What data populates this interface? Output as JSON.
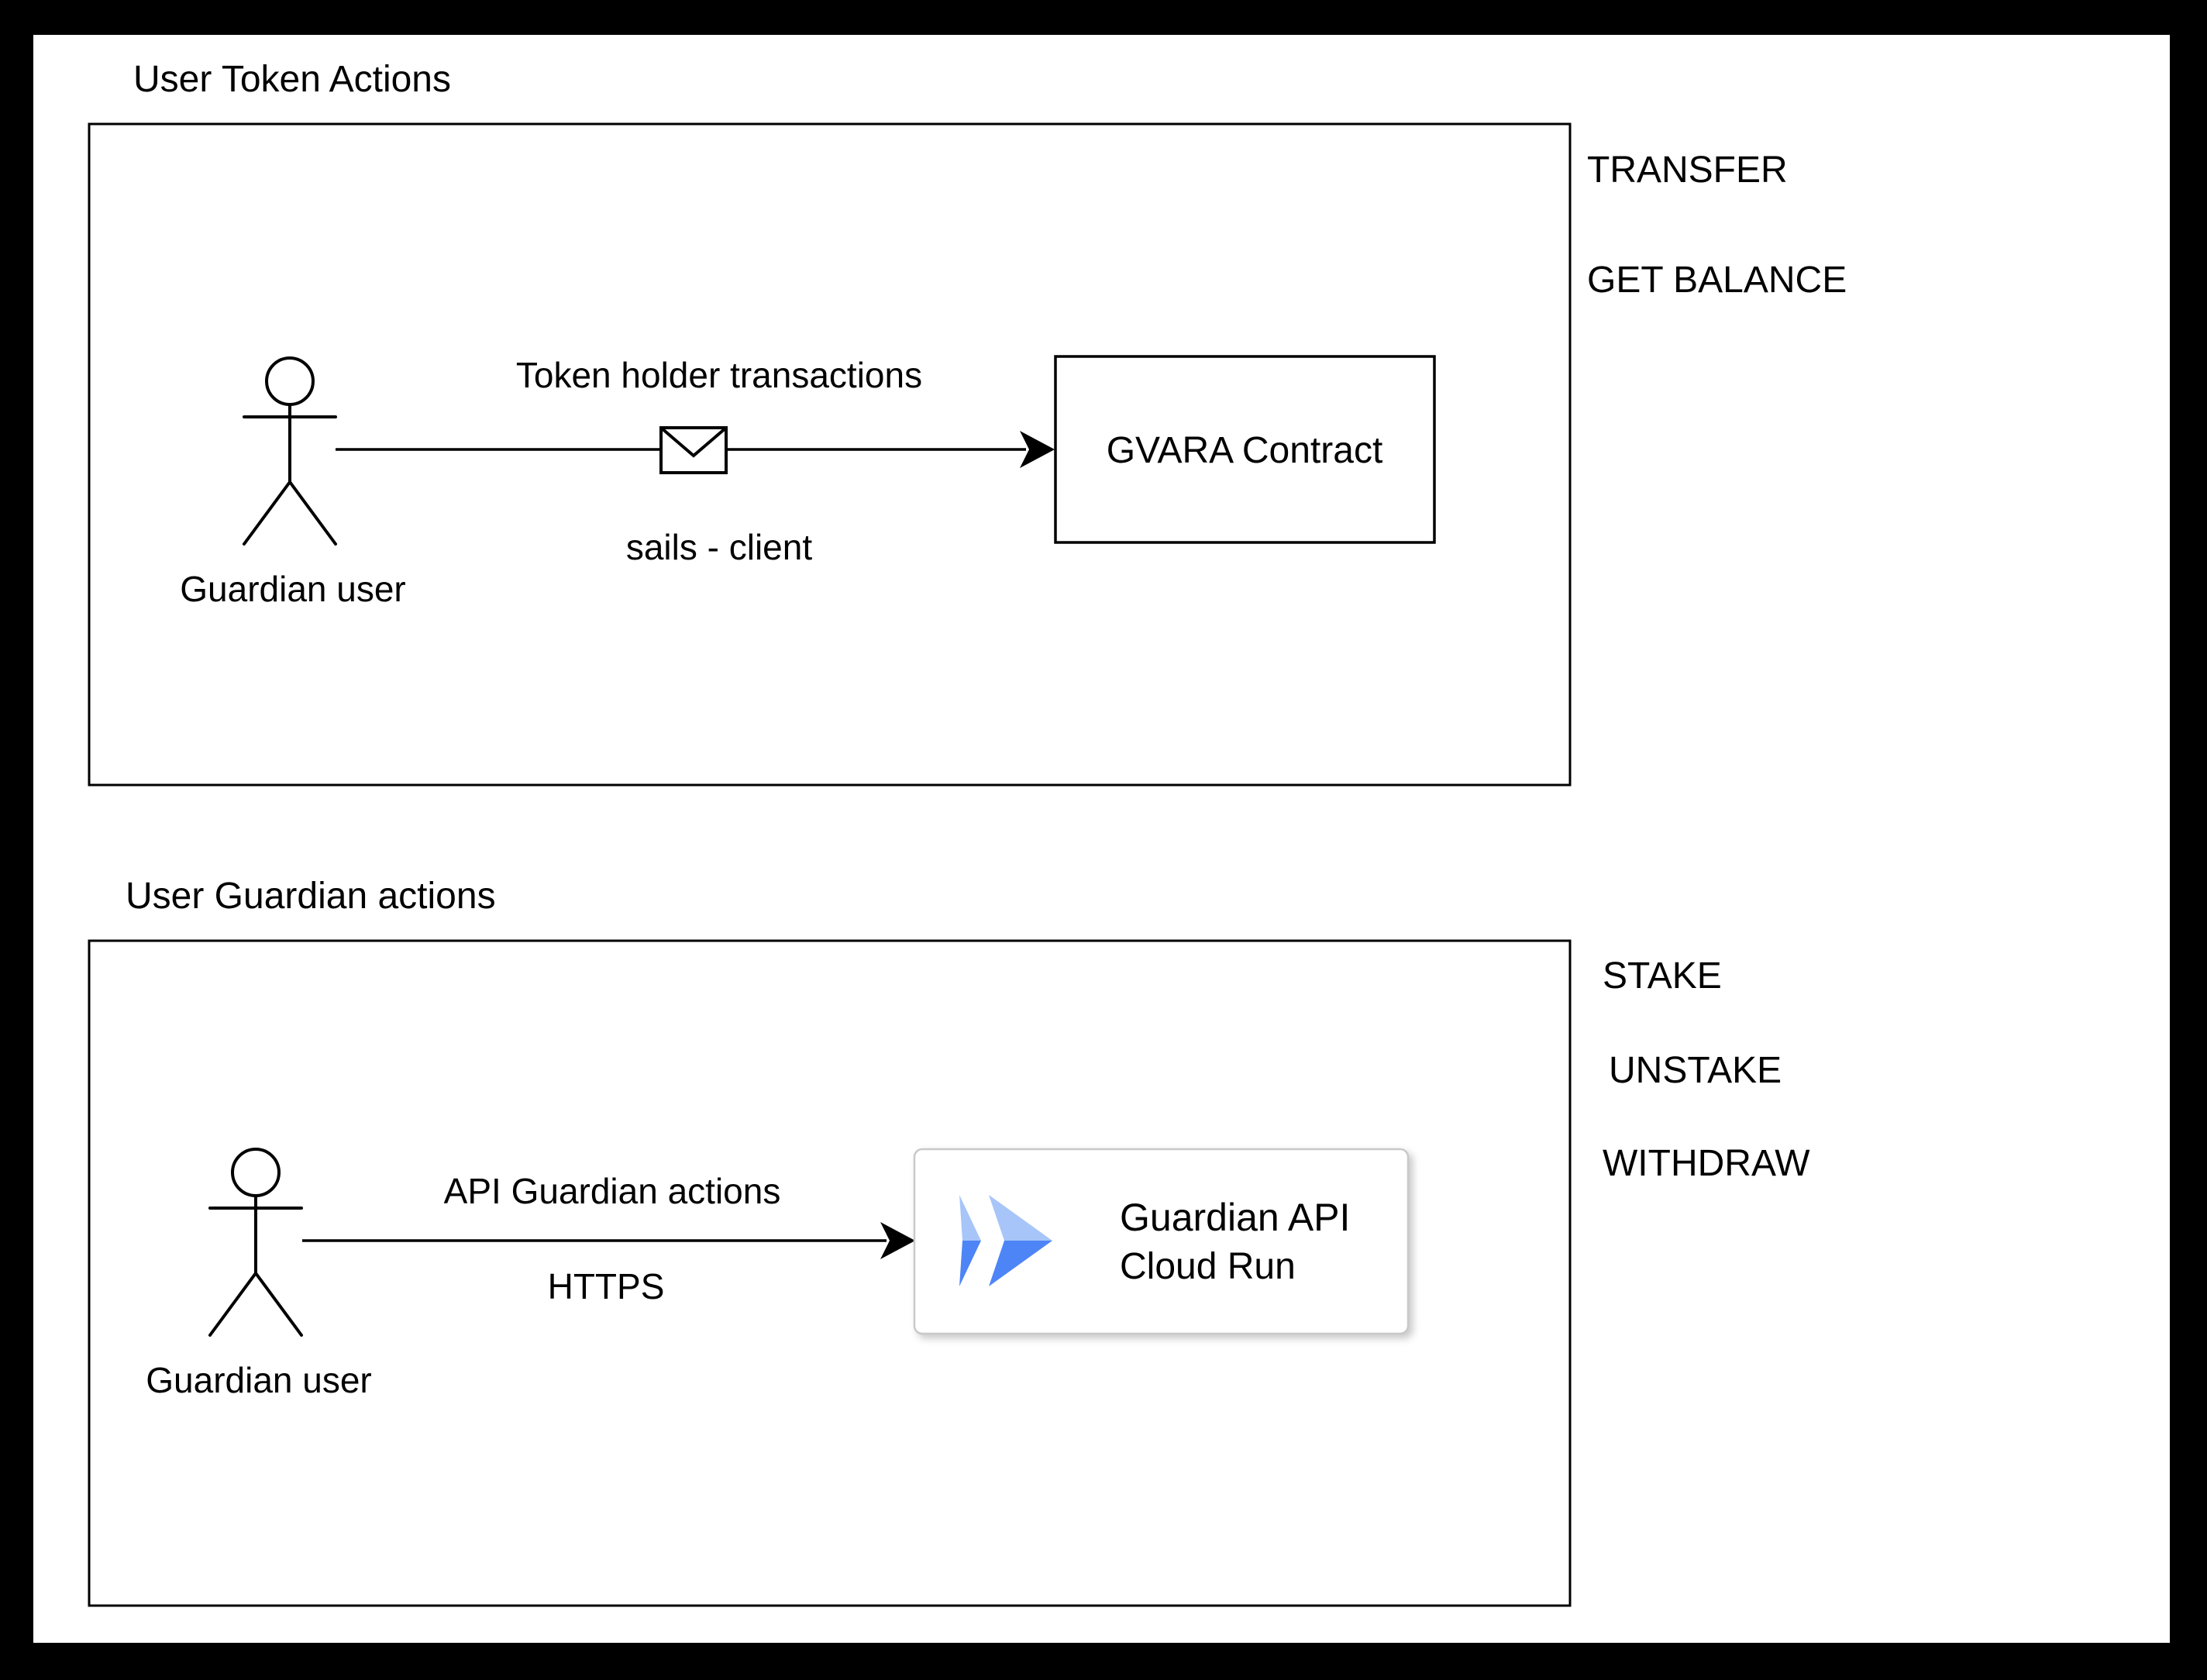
{
  "colors": {
    "frame": "#000000",
    "paper": "#ffffff",
    "card_border": "#c9c9c9",
    "card_subtitle": "#9e9e9e",
    "icon_light": "#a7c5f9",
    "icon_dark": "#4d85f6"
  },
  "sections": [
    {
      "title": "User Token Actions",
      "actor_label": "Guardian user",
      "connector": {
        "label_top": "Token holder transactions",
        "label_bottom": "sails - client",
        "icon": "envelope-icon"
      },
      "target": {
        "label": "GVARA Contract"
      },
      "actions": [
        "TRANSFER",
        "GET BALANCE"
      ]
    },
    {
      "title": "User Guardian actions",
      "actor_label": "Guardian user",
      "connector": {
        "label_top": "API Guardian actions",
        "label_bottom": "HTTPS"
      },
      "target": {
        "label": "Guardian API",
        "sublabel": "Cloud Run",
        "icon": "cloud-run-icon"
      },
      "actions": [
        "STAKE",
        "UNSTAKE",
        "WITHDRAW"
      ]
    }
  ]
}
